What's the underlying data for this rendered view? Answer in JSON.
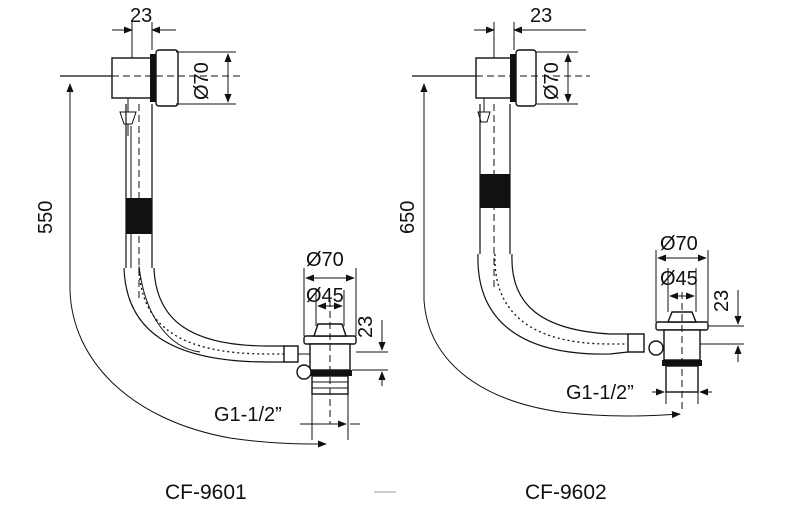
{
  "drawings": [
    {
      "model": "CF-9601",
      "dims": {
        "width_top": "23",
        "dia_top": "Ø70",
        "length": "550",
        "dia_outer": "Ø70",
        "dia_inner": "Ø45",
        "height": "23",
        "thread": "G1-1/2”"
      }
    },
    {
      "model": "CF-9602",
      "dims": {
        "width_top": "23",
        "dia_top": "Ø70",
        "length": "650",
        "dia_outer": "Ø70",
        "dia_inner": "Ø45",
        "height": "23",
        "thread": "G1-1/2”"
      }
    }
  ]
}
